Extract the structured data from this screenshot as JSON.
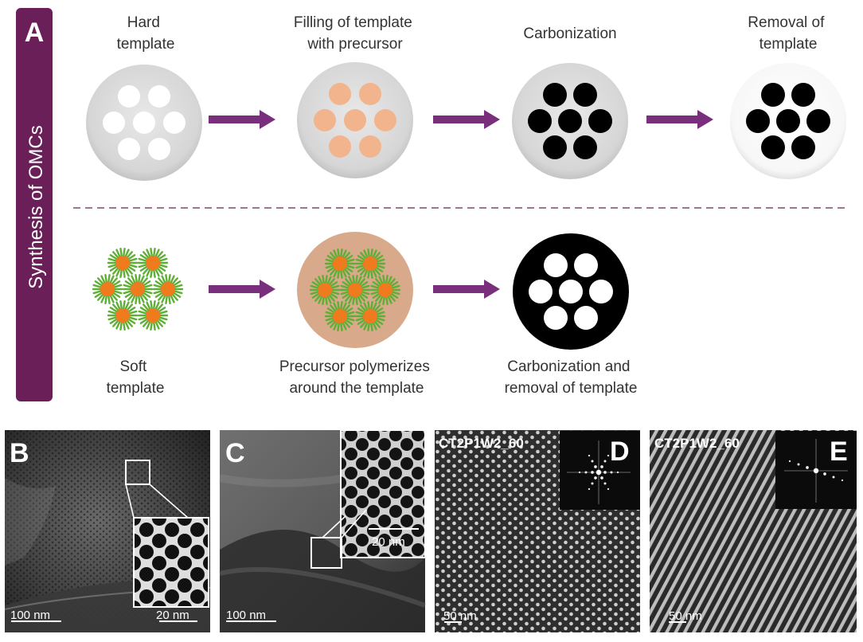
{
  "panel_a": {
    "letter": "A",
    "side_label": "Synthesis of OMCs",
    "hard_route": [
      {
        "lines": [
          "Hard",
          "template"
        ]
      },
      {
        "lines": [
          "Filling of template",
          "with precursor"
        ]
      },
      {
        "lines": [
          "Carbonization"
        ]
      },
      {
        "lines": [
          "Removal of",
          "template"
        ]
      }
    ],
    "soft_route": [
      {
        "lines": [
          "Soft",
          "template"
        ]
      },
      {
        "lines": [
          "Precursor polymerizes",
          "around the template"
        ]
      },
      {
        "lines": [
          "Carbonization and",
          "removal of template"
        ]
      }
    ]
  },
  "tem_panels": [
    {
      "letter": "B",
      "scalebar_main": "100  nm",
      "scalebar_inset": "20 nm"
    },
    {
      "letter": "C",
      "scalebar_main": "100 nm",
      "scalebar_inset": "20 nm"
    },
    {
      "letter": "D",
      "sample": "CT2P1W2_60",
      "scalebar_main": "50 nm"
    },
    {
      "letter": "E",
      "sample": "CT2P1W2_60",
      "scalebar_main": "50 nm"
    }
  ],
  "colors": {
    "sidebar": "#6b1f58",
    "arrow": "#7a2f7c",
    "template_gray": "#dcdcdc",
    "precursor": "#f2b48c",
    "carbon": "#000000",
    "micelle_core": "#f07a1e",
    "micelle_shell": "#5fae36",
    "polymer_matrix": "#d9a98c"
  }
}
